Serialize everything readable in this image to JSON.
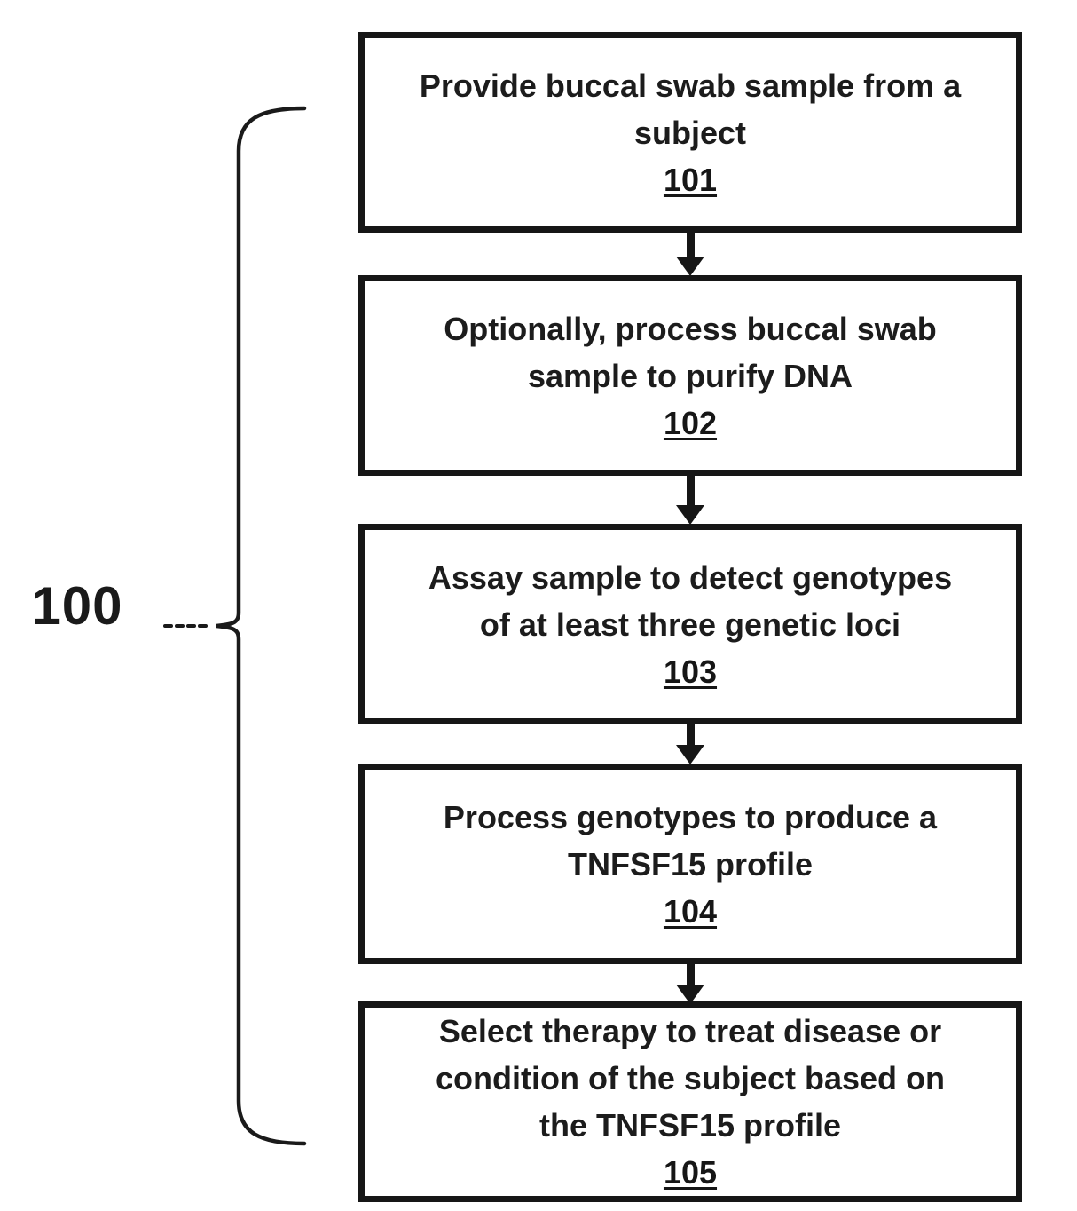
{
  "figure": {
    "label": "100"
  },
  "steps": [
    {
      "lines": [
        "Provide buccal swab sample from a",
        "subject"
      ],
      "number": "101"
    },
    {
      "lines": [
        "Optionally, process buccal swab",
        "sample to purify DNA"
      ],
      "number": "102"
    },
    {
      "lines": [
        "Assay sample to detect genotypes",
        "of at least three genetic loci"
      ],
      "number": "103"
    },
    {
      "lines": [
        "Process genotypes to produce a",
        "TNFSF15 profile"
      ],
      "number": "104"
    },
    {
      "lines": [
        "Select therapy to treat disease or",
        "condition of the subject based on",
        "the TNFSF15 profile"
      ],
      "number": "105"
    }
  ],
  "colors": {
    "ink": "#161616",
    "background": "#ffffff"
  }
}
